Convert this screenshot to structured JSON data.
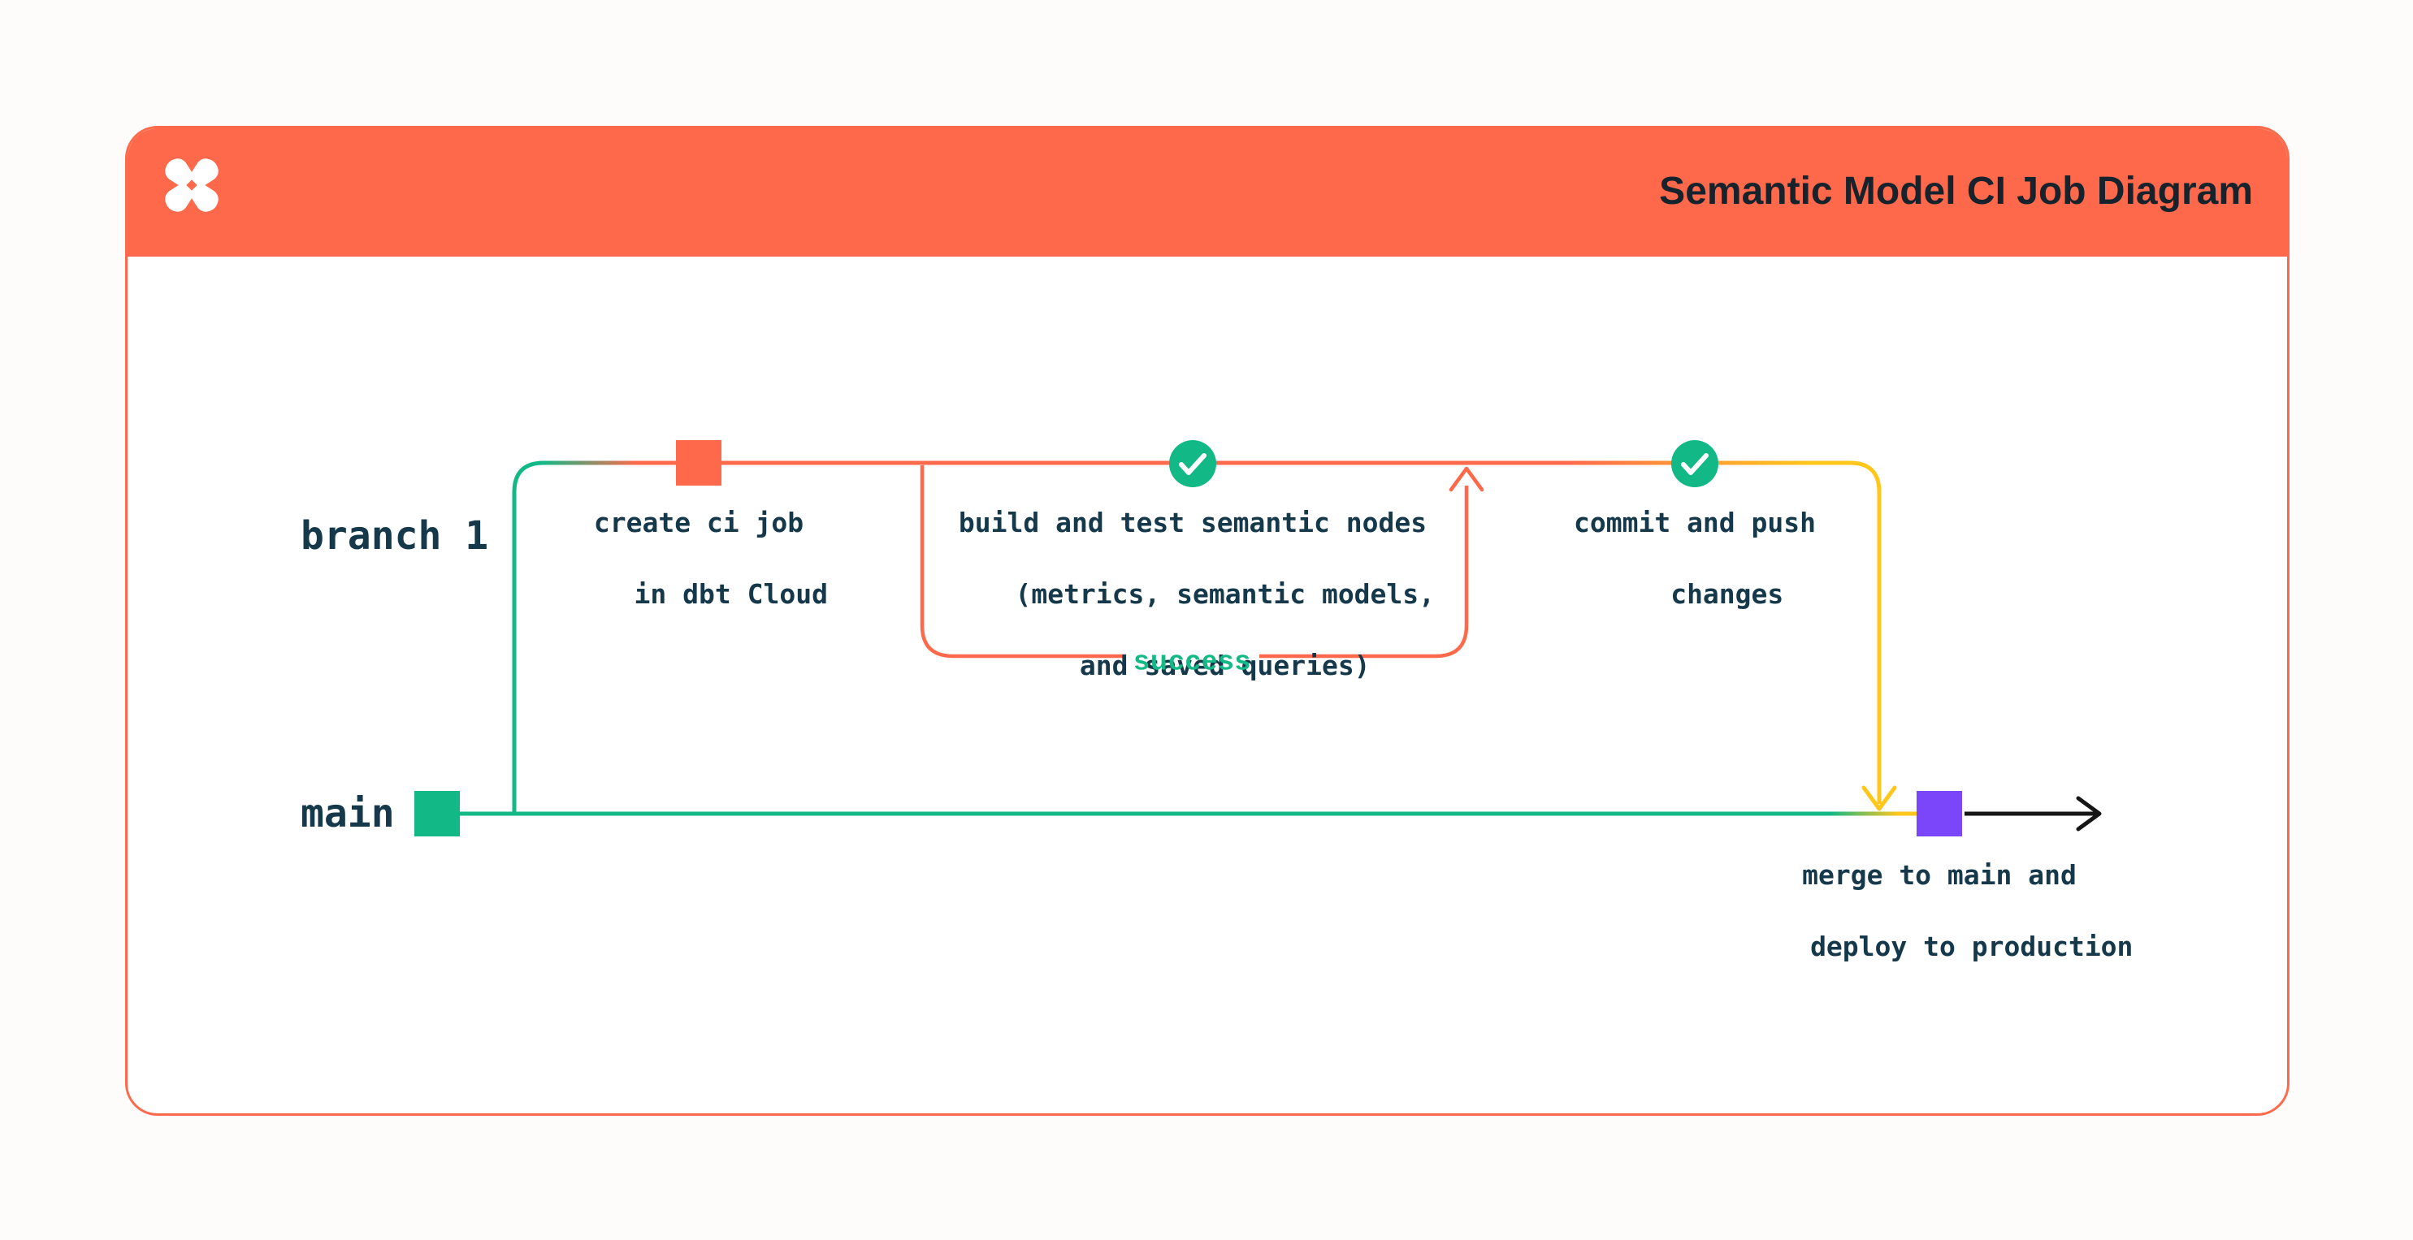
{
  "page": {
    "background": "#FDFCFA",
    "card_background": "#FFFFFF"
  },
  "header": {
    "title": "Semantic Model CI Job Diagram",
    "background_color": "#FF694B",
    "logo_icon": "dbt-logo",
    "logo_color": "#FFFFFF",
    "title_color": "#16222C"
  },
  "colors": {
    "orange": "#FF694B",
    "green": "#12B886",
    "yellow": "#FFC61C",
    "purple": "#7B45FA",
    "black": "#161616",
    "white": "#FFFFFF",
    "text_dark": "#15394B",
    "success_green": "#14BA85"
  },
  "diagram": {
    "branches": [
      {
        "label": "branch 1"
      },
      {
        "label": "main"
      }
    ],
    "nodes": [
      {
        "id": "create-ci-job",
        "marker": "orange-commit-square",
        "lines": [
          "create ci job",
          "in dbt Cloud"
        ]
      },
      {
        "id": "build-and-test",
        "marker": "success-check-circle",
        "lines": [
          "build and test semantic nodes",
          "(metrics, semantic models,",
          "and saved queries)"
        ]
      },
      {
        "id": "commit-and-push",
        "marker": "success-check-circle",
        "lines": [
          "commit and push",
          "changes"
        ]
      },
      {
        "id": "merge-deploy",
        "marker": "purple-commit-square",
        "lines": [
          "merge to main and",
          "deploy to production"
        ]
      }
    ],
    "edge_labels": [
      {
        "label": "success"
      }
    ]
  }
}
